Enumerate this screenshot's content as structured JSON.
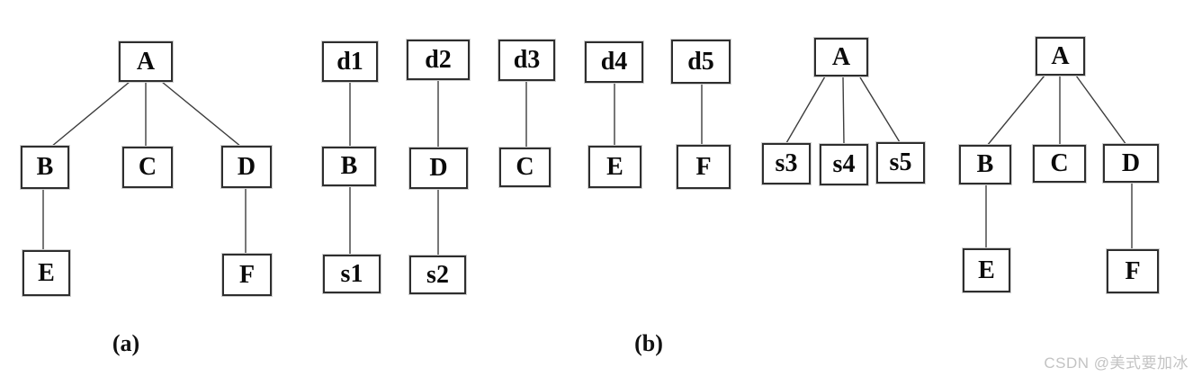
{
  "panel_a": {
    "caption": "(a)",
    "tree": {
      "root": "A",
      "children": [
        "B",
        "C",
        "D"
      ],
      "grandchildren": [
        {
          "of": "B",
          "label": "E"
        },
        {
          "of": "D",
          "label": "F"
        }
      ]
    }
  },
  "panel_b": {
    "caption": "(b)",
    "chains": [
      {
        "nodes": [
          "d1",
          "B",
          "s1"
        ]
      },
      {
        "nodes": [
          "d2",
          "D",
          "s2"
        ]
      },
      {
        "nodes": [
          "d3",
          "C"
        ]
      },
      {
        "nodes": [
          "d4",
          "E"
        ]
      },
      {
        "nodes": [
          "d5",
          "F"
        ]
      }
    ],
    "fan_tree": {
      "root": "A",
      "children": [
        "s3",
        "s4",
        "s5"
      ]
    },
    "tree": {
      "root": "A",
      "children": [
        "B",
        "C",
        "D"
      ],
      "grandchildren": [
        {
          "of": "B",
          "label": "E"
        },
        {
          "of": "D",
          "label": "F"
        }
      ]
    }
  },
  "watermark": {
    "text": "CSDN @美式要加冰",
    "color": "#c3c3c3"
  },
  "colors": {
    "background": "#ffffff",
    "box_border": "#2e2e2e",
    "edge_line": "#3d3d3d",
    "text": "#0a0a0a"
  }
}
